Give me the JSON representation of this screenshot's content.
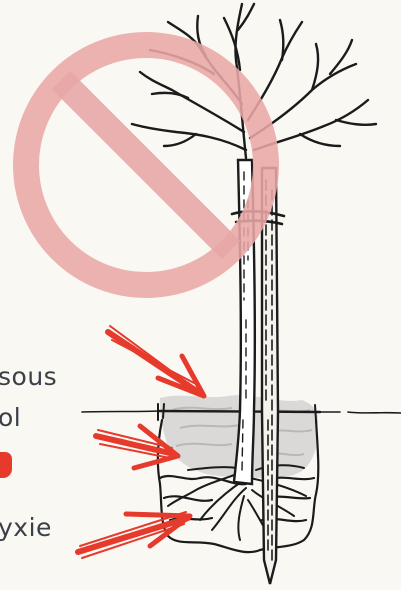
{
  "illustration": {
    "subject": "tree-planted-too-deep",
    "colors": {
      "prohibition": "#e8a7a6",
      "arrows": "#e63a2d",
      "ink": "#1b1b1b",
      "soil": "#cfcfcf",
      "text": "#3a3f48",
      "background": "#faf8f3"
    }
  },
  "caption": {
    "line1": "sous",
    "line2": "ol",
    "line3": "yxie"
  }
}
